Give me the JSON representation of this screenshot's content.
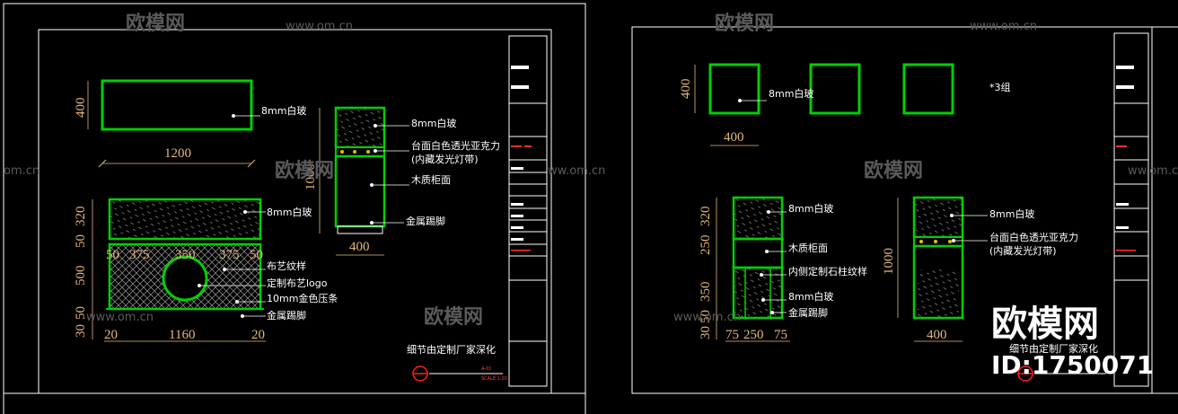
{
  "colors": {
    "background": "#000000",
    "frame": "#ffffff",
    "object": "#00d000",
    "hatch": "#8a8a8a",
    "dimension": "#e6b87a",
    "annotation": "#ffffff",
    "watermark": "#5a5a5a",
    "accent": "#ff2020"
  },
  "watermark": {
    "brand": "欧模网",
    "site": "www.om.cn",
    "site_fragment": "om.cn",
    "site_fragment_b": "ww.om.cn",
    "id_label": "ID:1750071"
  },
  "sheet_left": {
    "plan_dims": {
      "top_len": "1200",
      "top_h": "400"
    },
    "front_dims": {
      "top": "320",
      "gap": "50",
      "mid": "500",
      "base1": "50",
      "base2": "30",
      "seg_a": "50",
      "seg_b": "375",
      "seg_c": "350",
      "seg_d": "375",
      "seg_e": "50",
      "bottom_total": "1160",
      "bottom_l": "20",
      "bottom_r": "20"
    },
    "side_dims": {
      "height": "1000",
      "width": "400"
    },
    "labels": {
      "glass_plan": "8mm白玻",
      "glass_side": "8mm白玻",
      "acrylic_1": "台面白色透光亚克力",
      "acrylic_2": "(内藏发光灯带)",
      "cabinet": "木质柜面",
      "kick_side": "金属踢脚",
      "glass_front": "8mm白玻",
      "fabric": "布艺纹样",
      "logo": "定制布艺logo",
      "strip": "10mm金色压条",
      "kick_front": "金属踢脚"
    },
    "footer_note": "细节由定制厂家深化",
    "stamp_code": "A-01",
    "stamp_scale": "SCALE 1:20"
  },
  "sheet_right": {
    "plan_dims": {
      "w": "400",
      "h": "400"
    },
    "plan_label": "8mm白玻",
    "group_label": "*3组",
    "front_dims": {
      "d1": "250",
      "d2": "320",
      "d3": "350",
      "d4": "30",
      "d5": "50",
      "w_l": "75",
      "w_c": "250",
      "w_r": "75"
    },
    "side_dims": {
      "height": "1000",
      "width": "400"
    },
    "labels": {
      "glass_front": "8mm白玻",
      "cabinet": "木质柜面",
      "stone": "内侧定制石柱纹样",
      "glass_low": "8mm白玻",
      "kick": "金属踢脚",
      "glass_side": "8mm白玻",
      "acrylic_1": "台面白色透光亚克力",
      "acrylic_2": "(内藏发光灯带)"
    },
    "footer_note": "细节由定制厂家深化"
  }
}
